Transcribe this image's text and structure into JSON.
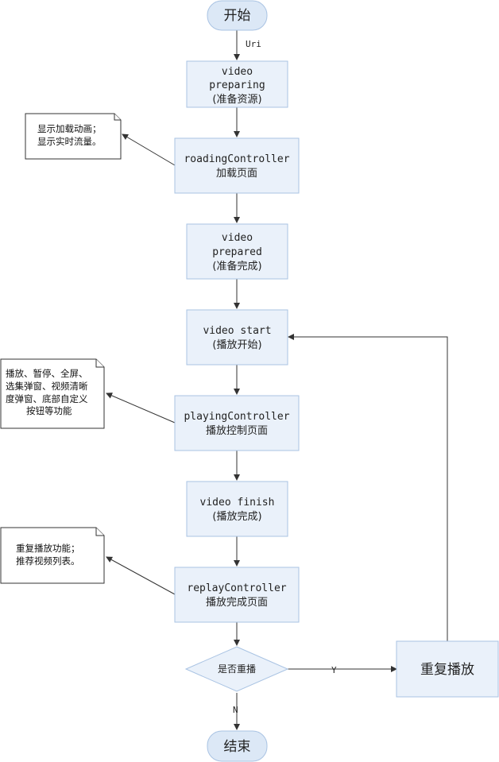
{
  "nodes": {
    "start": "开始",
    "preparing": [
      "video",
      "preparing",
      "(准备资源)"
    ],
    "loading": [
      "roadingController",
      "加载页面"
    ],
    "prepared": [
      "video",
      "prepared",
      "(准备完成)"
    ],
    "start_play": [
      "video start",
      "(播放开始)"
    ],
    "playing": [
      "playingController",
      "播放控制页面"
    ],
    "finish": [
      "video finish",
      "(播放完成)"
    ],
    "replay_ctrl": [
      "replayController",
      "播放完成页面"
    ],
    "decision": "是否重播",
    "replay": "重复播放",
    "end": "结束"
  },
  "edges": {
    "uri": "Uri",
    "yes": "Y",
    "no": "N"
  },
  "notes": {
    "loading": [
      "显示加载动画；",
      "显示实时流量。"
    ],
    "playing": [
      "播放、暂停、全屏、",
      "选集弹窗、视频清晰",
      "度弹窗、底部自定义",
      "按钮等功能"
    ],
    "replay": [
      "重复播放功能；",
      "推荐视频列表。"
    ]
  },
  "colors": {
    "node_fill": "#eaf1fa",
    "node_stroke": "#a9c3e3",
    "terminal_fill": "#dce8f6",
    "line": "#333333"
  }
}
